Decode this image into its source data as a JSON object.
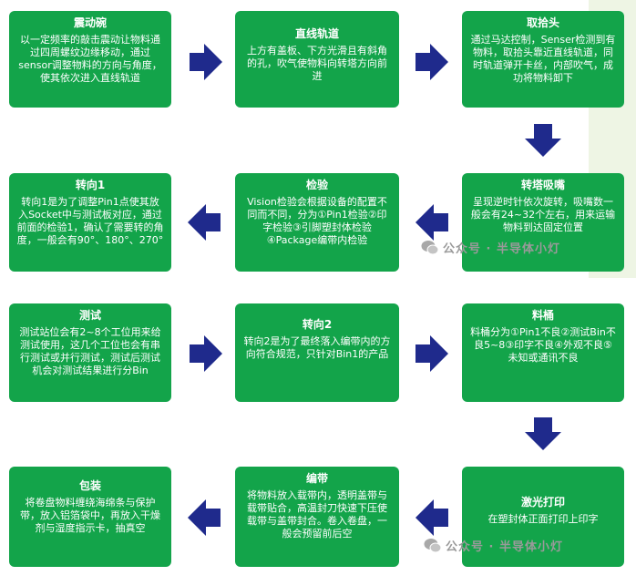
{
  "steps": [
    {
      "title": "震动碗",
      "desc": "以一定频率的敲击震动让物料通过四周螺纹边缘移动，通过sensor调整物料的方向与角度，使其依次进入直线轨道"
    },
    {
      "title": "直线轨道",
      "desc": "上方有盖板、下方光滑且有斜角的孔，吹气使物料向转塔方向前进"
    },
    {
      "title": "取拾头",
      "desc": "通过马达控制，Senser检测到有物料，取拾头靠近直线轨道，同时轨道弹开卡丝，内部吹气，成功将物料卸下"
    },
    {
      "title": "转塔吸嘴",
      "desc": "呈现逆时针依次旋转，吸嘴数一般会有24~32个左右，用来运输物料到达固定位置"
    },
    {
      "title": "检验",
      "desc": "Vision检验会根据设备的配置不同而不同，分为①Pin1检验②印字检验③引脚塑封体检验④Package编带内检验"
    },
    {
      "title": "转向1",
      "desc": "转向1是为了调整Pin1点使其放入Socket中与测试板对应，通过前面的检验1，确认了需要转的角度，一般会有90°、180°、270°"
    },
    {
      "title": "测试",
      "desc": "测试站位会有2~8个工位用来给测试使用，这几个工位也会有串行测试或并行测试，测试后测试机会对测试结果进行分Bin"
    },
    {
      "title": "转向2",
      "desc": "转向2是为了最终落入编带内的方向符合规范，只针对Bin1的产品"
    },
    {
      "title": "料桶",
      "desc": "料桶分为①Pin1不良②测试Bin不良5~8③印字不良④外观不良⑤未知或通讯不良"
    },
    {
      "title": "激光打印",
      "desc": "在塑封体正面打印上印字"
    },
    {
      "title": "编带",
      "desc": "将物料放入载带内，透明盖带与载带贴合，高温封刀快速下压使载带与盖带封合。卷入卷盘，一般会预留前后空"
    },
    {
      "title": "包装",
      "desc": "将卷盘物料缠绕海绵条与保护带，放入铝箔袋中，再放入干燥剂与湿度指示卡，抽真空"
    }
  ],
  "watermark": "公众号 · 半导体小灯",
  "colors": {
    "box": "#13a44a",
    "arrow": "#1f2a8c",
    "text": "#ffffff"
  },
  "arrows": [
    "right",
    "right",
    "down",
    "left",
    "left",
    "right",
    "right",
    "down",
    "left",
    "left"
  ]
}
